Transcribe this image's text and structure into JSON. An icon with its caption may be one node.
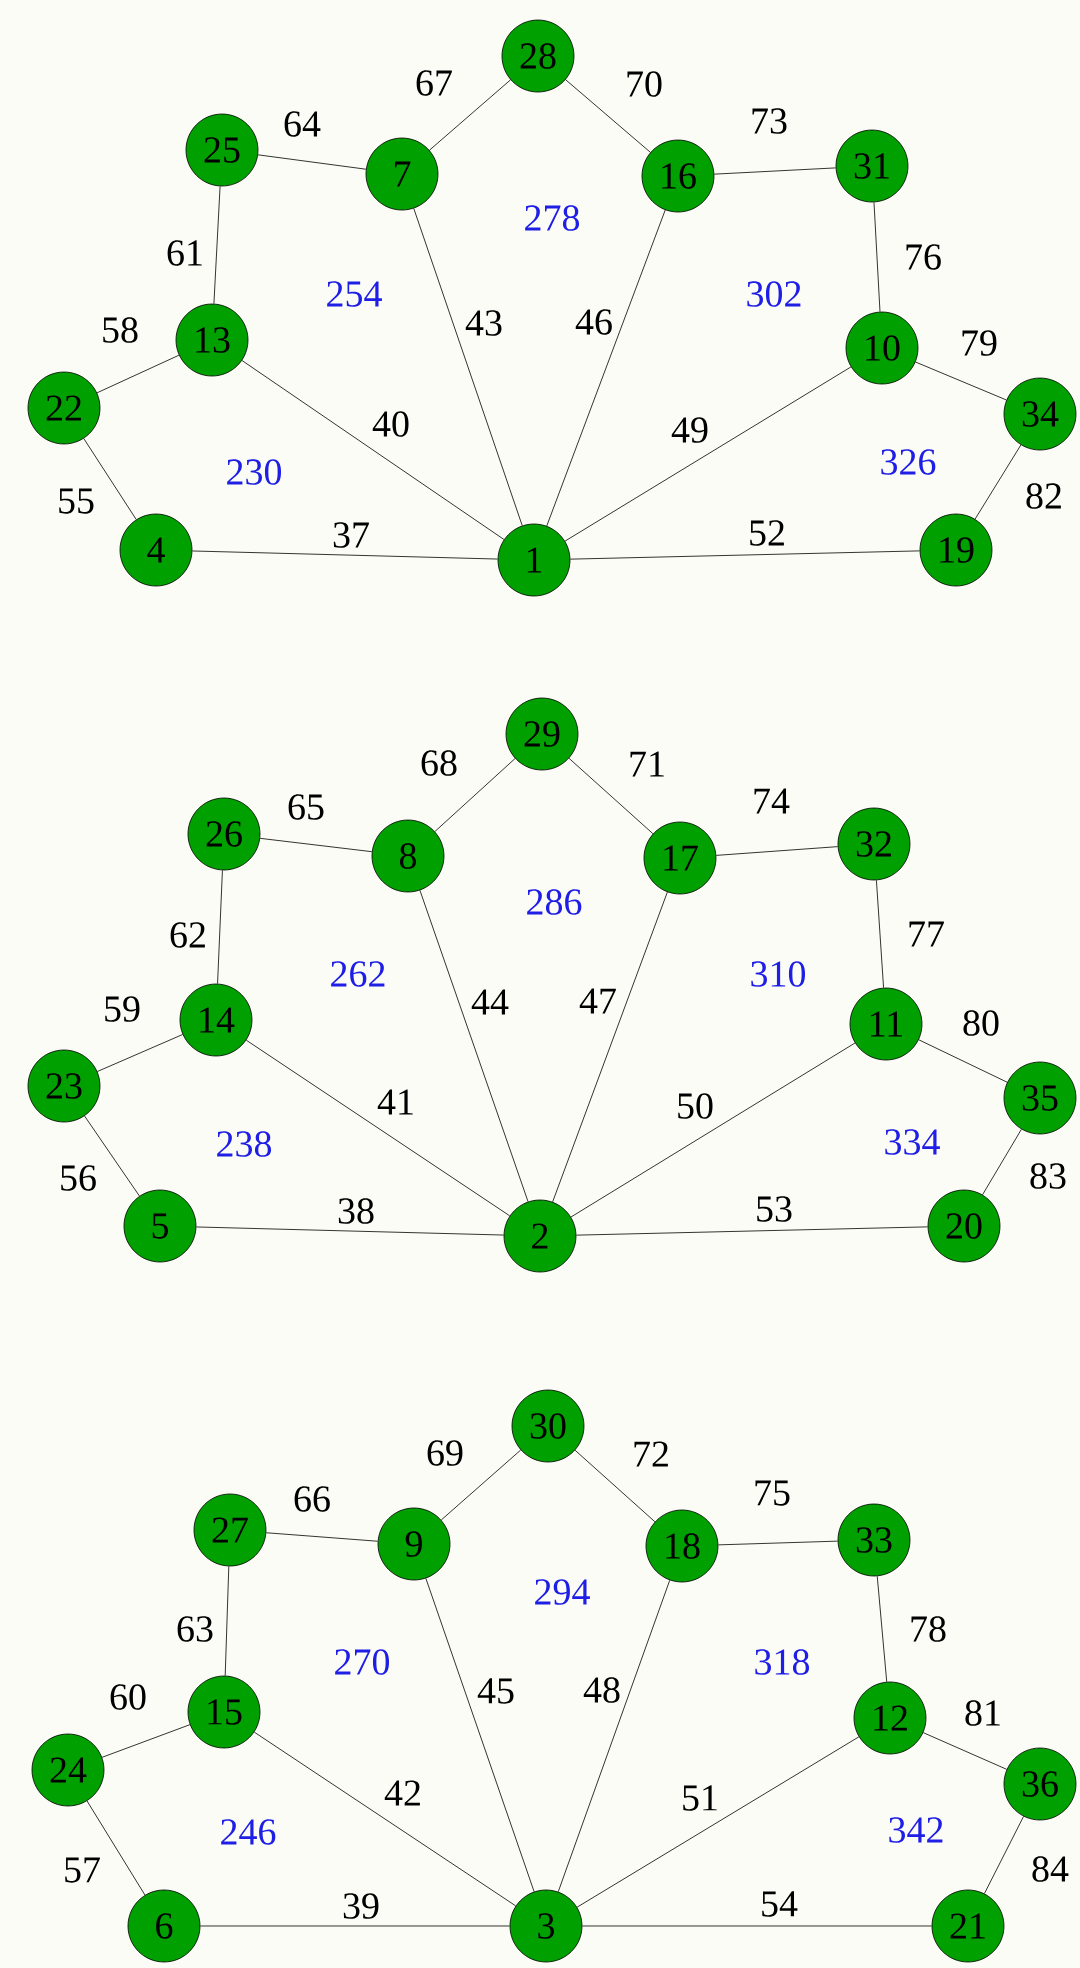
{
  "diagram": {
    "nodes": [
      {
        "text": [
          "1"
        ]
      },
      {
        "text": [
          "2"
        ]
      },
      {
        "text": [
          "3"
        ]
      },
      {
        "text": [
          "4"
        ]
      },
      {
        "text": [
          "5"
        ]
      },
      {
        "text": [
          "6"
        ]
      },
      {
        "text": [
          "7"
        ]
      },
      {
        "text": [
          "8"
        ]
      },
      {
        "text": [
          "9"
        ]
      },
      {
        "text": [
          "10"
        ]
      },
      {
        "text": [
          "11"
        ]
      },
      {
        "text": [
          "12"
        ]
      },
      {
        "text": [
          "13"
        ]
      },
      {
        "text": [
          "14"
        ]
      },
      {
        "text": [
          "15"
        ]
      },
      {
        "text": [
          "16"
        ]
      },
      {
        "text": [
          "17"
        ]
      },
      {
        "text": [
          "18"
        ]
      },
      {
        "text": [
          "19"
        ]
      },
      {
        "text": [
          "20"
        ]
      },
      {
        "text": [
          "21"
        ]
      },
      {
        "text": [
          "22"
        ]
      },
      {
        "text": [
          "23"
        ]
      },
      {
        "text": [
          "24"
        ]
      },
      {
        "text": [
          "25"
        ]
      },
      {
        "text": [
          "26"
        ]
      },
      {
        "text": [
          "27"
        ]
      },
      {
        "text": [
          "28"
        ]
      },
      {
        "text": [
          "29"
        ]
      },
      {
        "text": [
          "30"
        ]
      },
      {
        "text": [
          "31"
        ]
      },
      {
        "text": [
          "32"
        ]
      },
      {
        "text": [
          "33"
        ]
      },
      {
        "text": [
          "34"
        ]
      },
      {
        "text": [
          "35"
        ]
      },
      {
        "text": [
          "36"
        ]
      }
    ],
    "edges": [
      {
        "from": 0,
        "to": 3,
        "arrow": "none",
        "label": "37"
      },
      {
        "from": 1,
        "to": 4,
        "arrow": "none",
        "label": "38"
      },
      {
        "from": 2,
        "to": 5,
        "arrow": "none",
        "label": "39"
      },
      {
        "from": 0,
        "to": 12,
        "arrow": "none",
        "label": "40"
      },
      {
        "from": 1,
        "to": 13,
        "arrow": "none",
        "label": "41"
      },
      {
        "from": 2,
        "to": 14,
        "arrow": "none",
        "label": "42"
      },
      {
        "from": 0,
        "to": 6,
        "arrow": "none",
        "label": "43"
      },
      {
        "from": 1,
        "to": 7,
        "arrow": "none",
        "label": "44"
      },
      {
        "from": 2,
        "to": 8,
        "arrow": "none",
        "label": "45"
      },
      {
        "from": 0,
        "to": 15,
        "arrow": "none",
        "label": "46"
      },
      {
        "from": 1,
        "to": 16,
        "arrow": "none",
        "label": "47"
      },
      {
        "from": 2,
        "to": 17,
        "arrow": "none",
        "label": "48"
      },
      {
        "from": 0,
        "to": 9,
        "arrow": "none",
        "label": "49"
      },
      {
        "from": 1,
        "to": 10,
        "arrow": "none",
        "label": "50"
      },
      {
        "from": 2,
        "to": 11,
        "arrow": "none",
        "label": "51"
      },
      {
        "from": 0,
        "to": 18,
        "arrow": "none",
        "label": "52"
      },
      {
        "from": 1,
        "to": 19,
        "arrow": "none",
        "label": "53"
      },
      {
        "from": 2,
        "to": 20,
        "arrow": "none",
        "label": "54"
      },
      {
        "from": 3,
        "to": 21,
        "arrow": "none",
        "label": "55"
      },
      {
        "from": 4,
        "to": 22,
        "arrow": "none",
        "label": "56"
      },
      {
        "from": 5,
        "to": 23,
        "arrow": "none",
        "label": "57"
      },
      {
        "from": 21,
        "to": 12,
        "arrow": "none",
        "label": "58"
      },
      {
        "from": 22,
        "to": 13,
        "arrow": "none",
        "label": "59"
      },
      {
        "from": 23,
        "to": 14,
        "arrow": "none",
        "label": "60"
      },
      {
        "from": 12,
        "to": 24,
        "arrow": "none",
        "label": "61"
      },
      {
        "from": 13,
        "to": 25,
        "arrow": "none",
        "label": "62"
      },
      {
        "from": 14,
        "to": 26,
        "arrow": "none",
        "label": "63"
      },
      {
        "from": 24,
        "to": 6,
        "arrow": "none",
        "label": "64"
      },
      {
        "from": 25,
        "to": 7,
        "arrow": "none",
        "label": "65"
      },
      {
        "from": 26,
        "to": 8,
        "arrow": "none",
        "label": "66"
      },
      {
        "from": 6,
        "to": 27,
        "arrow": "none",
        "label": "67"
      },
      {
        "from": 7,
        "to": 28,
        "arrow": "none",
        "label": "68"
      },
      {
        "from": 8,
        "to": 29,
        "arrow": "none",
        "label": "69"
      },
      {
        "from": 27,
        "to": 15,
        "arrow": "none",
        "label": "70"
      },
      {
        "from": 28,
        "to": 16,
        "arrow": "none",
        "label": "71"
      },
      {
        "from": 29,
        "to": 17,
        "arrow": "none",
        "label": "72"
      },
      {
        "from": 15,
        "to": 30,
        "arrow": "none",
        "label": "73"
      },
      {
        "from": 16,
        "to": 31,
        "arrow": "none",
        "label": "74"
      },
      {
        "from": 17,
        "to": 32,
        "arrow": "none",
        "label": "75"
      },
      {
        "from": 30,
        "to": 9,
        "arrow": "none",
        "label": "76"
      },
      {
        "from": 31,
        "to": 10,
        "arrow": "none",
        "label": "77"
      },
      {
        "from": 32,
        "to": 11,
        "arrow": "none",
        "label": "78"
      },
      {
        "from": 9,
        "to": 33,
        "arrow": "none",
        "label": "79"
      },
      {
        "from": 10,
        "to": 34,
        "arrow": "none",
        "label": "80"
      },
      {
        "from": 11,
        "to": 35,
        "arrow": "none",
        "label": "81"
      },
      {
        "from": 33,
        "to": 18,
        "arrow": "none",
        "label": "82"
      },
      {
        "from": 34,
        "to": 19,
        "arrow": "none",
        "label": "83"
      },
      {
        "from": 35,
        "to": 20,
        "arrow": "none",
        "label": "84"
      }
    ],
    "labels": [
      "278",
      "254",
      "302",
      "230",
      "326",
      "286",
      "262",
      "310",
      "238",
      "334",
      "294",
      "270",
      "318",
      "246",
      "342"
    ]
  }
}
